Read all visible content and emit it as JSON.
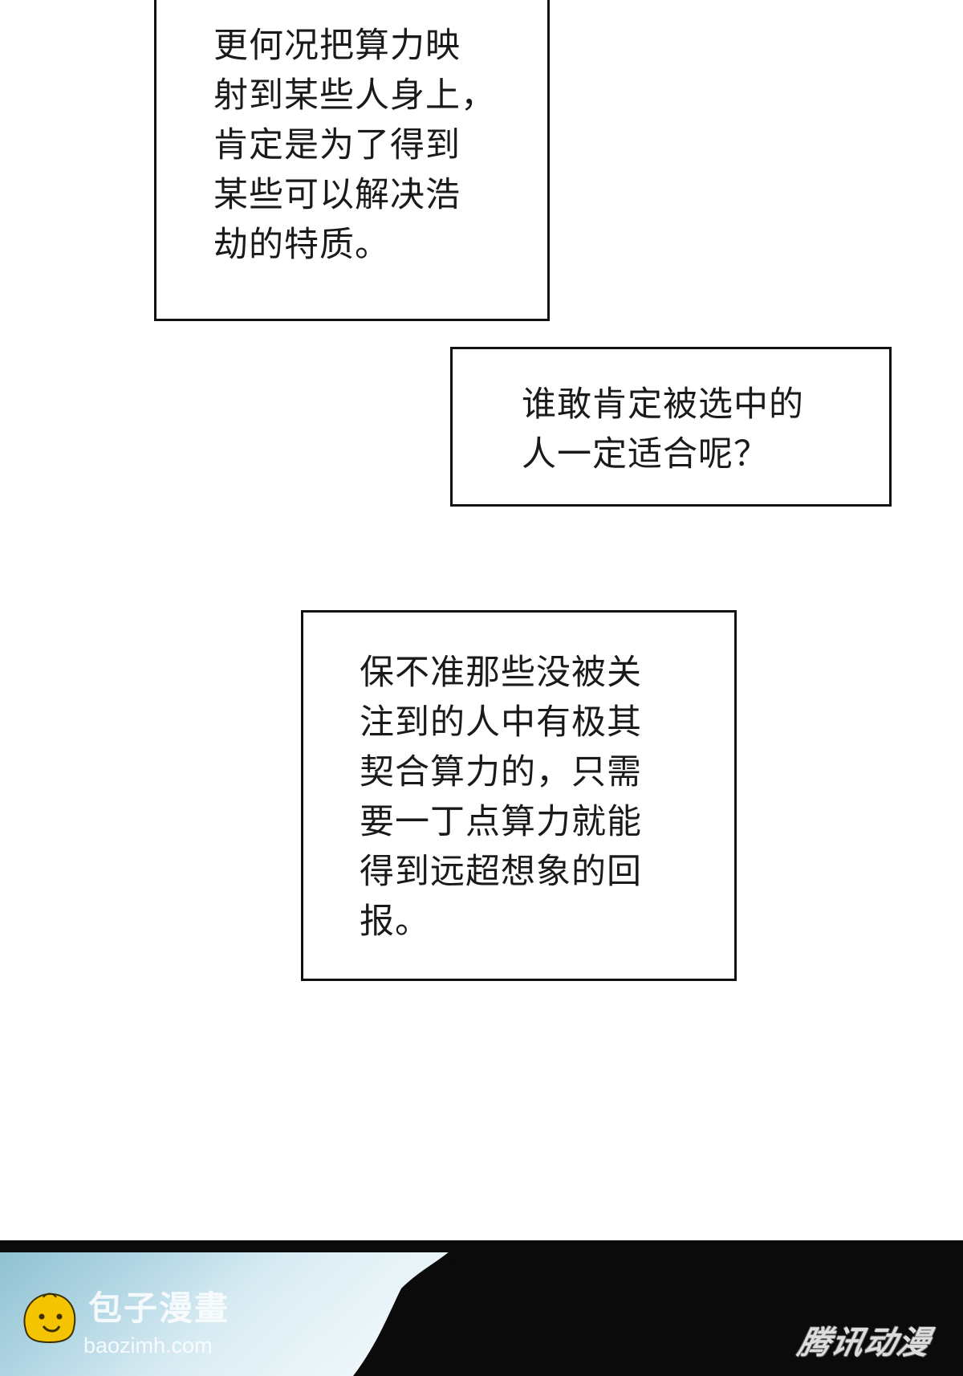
{
  "captions": [
    {
      "lines": [
        "更何况把算力映",
        "射到某些人身上，",
        "肯定是为了得到",
        "某些可以解决浩",
        "劫的特质。"
      ]
    },
    {
      "lines": [
        "谁敢肯定被选中的",
        "人一定适合呢？"
      ]
    },
    {
      "lines": [
        "保不准那些没被关",
        "注到的人中有极其",
        "契合算力的，只需",
        "要一丁点算力就能",
        "得到远超想象的回",
        "报。"
      ]
    }
  ],
  "watermark": {
    "title": "包子漫畫",
    "url": "baozimh.com",
    "icon": "bun-face-icon",
    "icon_color": "#f5c400"
  },
  "publisher_mark": "腾讯动漫",
  "colors": {
    "border": "#111111",
    "text": "#1a1a1a",
    "panel_dark": "#0b0b0b",
    "sky_light": "#cfe6f0",
    "sky_blue": "#7fb7cc"
  }
}
